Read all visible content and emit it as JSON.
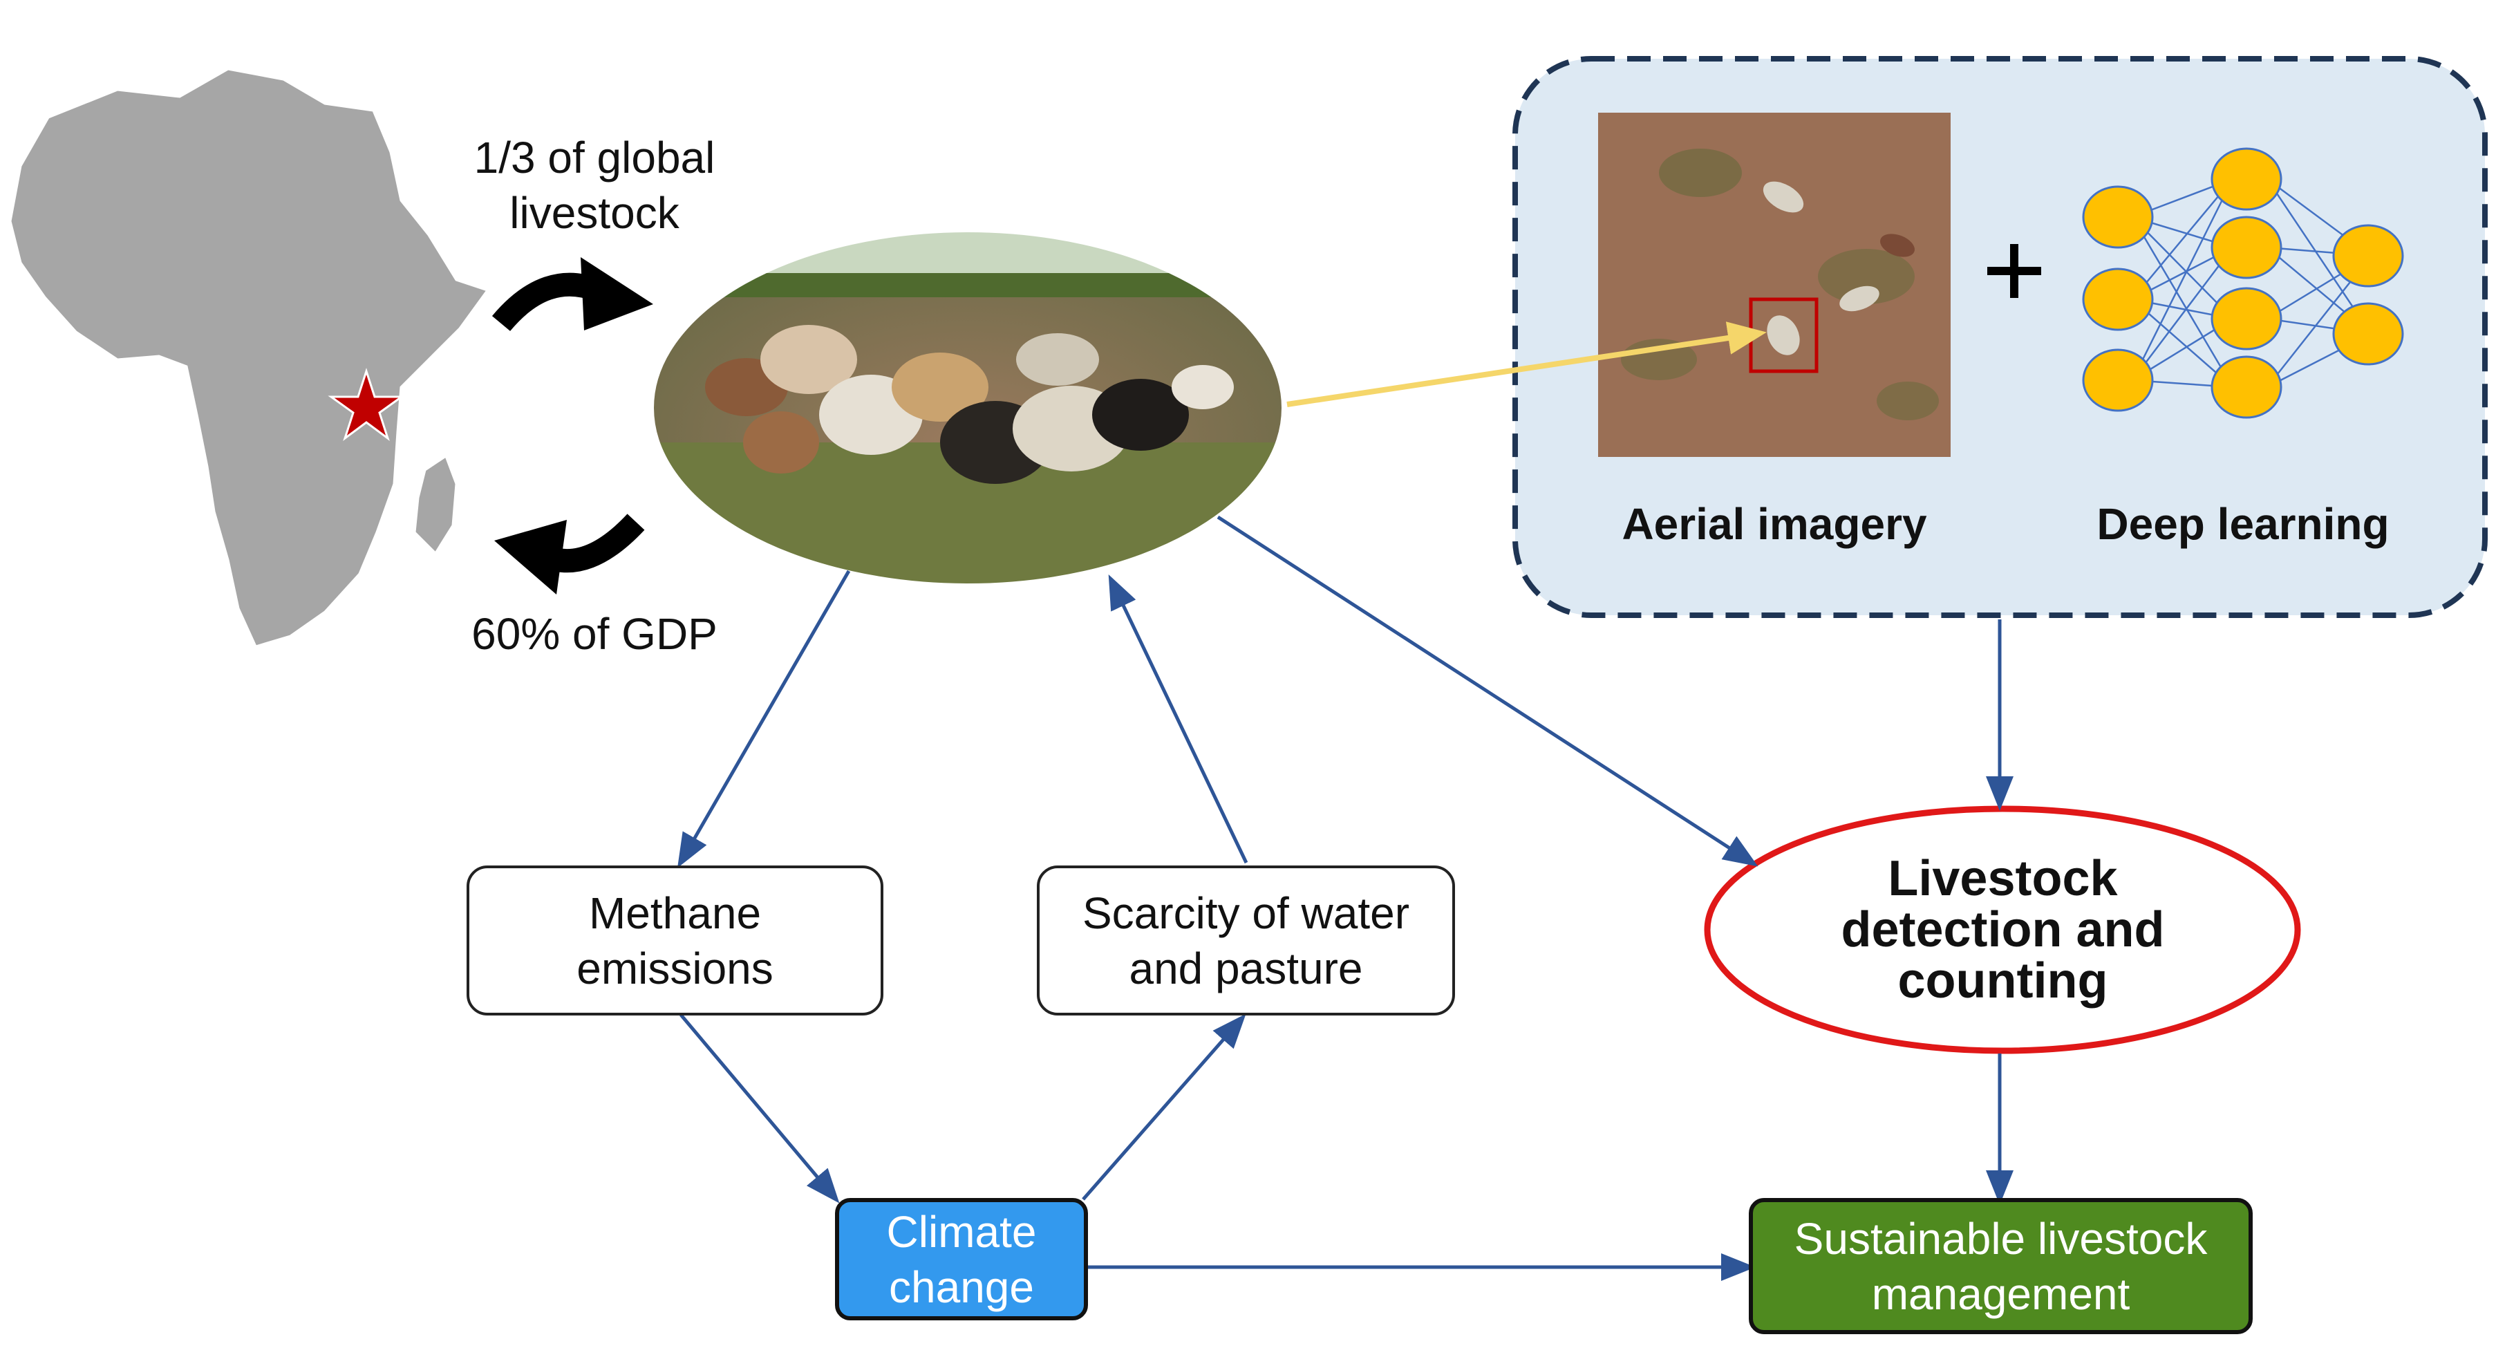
{
  "left_annotations": {
    "top_text": "1/3 of global\nlivestock",
    "bottom_text": "60% of GDP"
  },
  "detection_panel": {
    "aerial_label": "Aerial imagery",
    "deep_label": "Deep learning",
    "plus_sign": "+"
  },
  "nodes": {
    "methane": "Methane\nemissions",
    "scarcity": "Scarcity of water\nand pasture",
    "climate": "Climate\nchange",
    "detection": "Livestock\ndetection and\ncounting",
    "sustainable": "Sustainable livestock\nmanagement"
  },
  "colors": {
    "arrow_blue": "#2e5597",
    "climate_fill": "#3399ee",
    "sustainable_fill": "#4f8a1f",
    "detection_outline": "#e01818",
    "panel_fill": "#dde9f3",
    "panel_border": "#1f3554",
    "map_gray": "#a6a6a6",
    "star_red": "#c00000",
    "yellow_arrow": "#f5d66a",
    "neuron_fill": "#ffc000"
  },
  "icons": {
    "map": "africa-map",
    "marker": "red-star-icon",
    "cattle_photo": "cattle-herd-photo",
    "aerial_photo": "aerial-image",
    "network": "neural-network-icon"
  }
}
